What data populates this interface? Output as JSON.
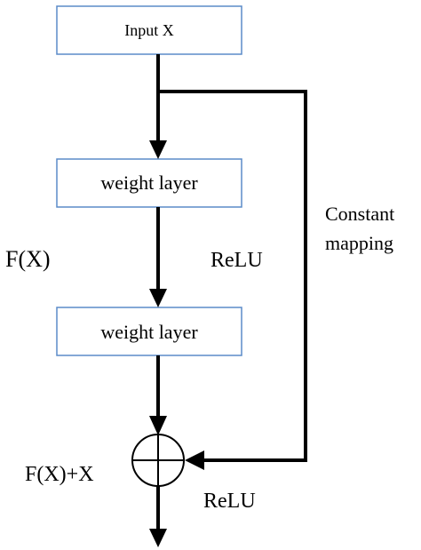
{
  "diagram": {
    "nodes": {
      "input": "Input X",
      "weight_layer_1": "weight layer",
      "weight_layer_2": "weight layer"
    },
    "labels": {
      "residual": "F(X)",
      "relu_middle": "ReLU",
      "shortcut_line1": "Constant",
      "shortcut_line2": "mapping",
      "sum": "F(X)+X",
      "relu_output": "ReLU"
    },
    "operators": {
      "sum_icon": "plus-in-circle-icon"
    },
    "colors": {
      "box_border": "#5b8bc9",
      "arrow": "#000000"
    }
  }
}
